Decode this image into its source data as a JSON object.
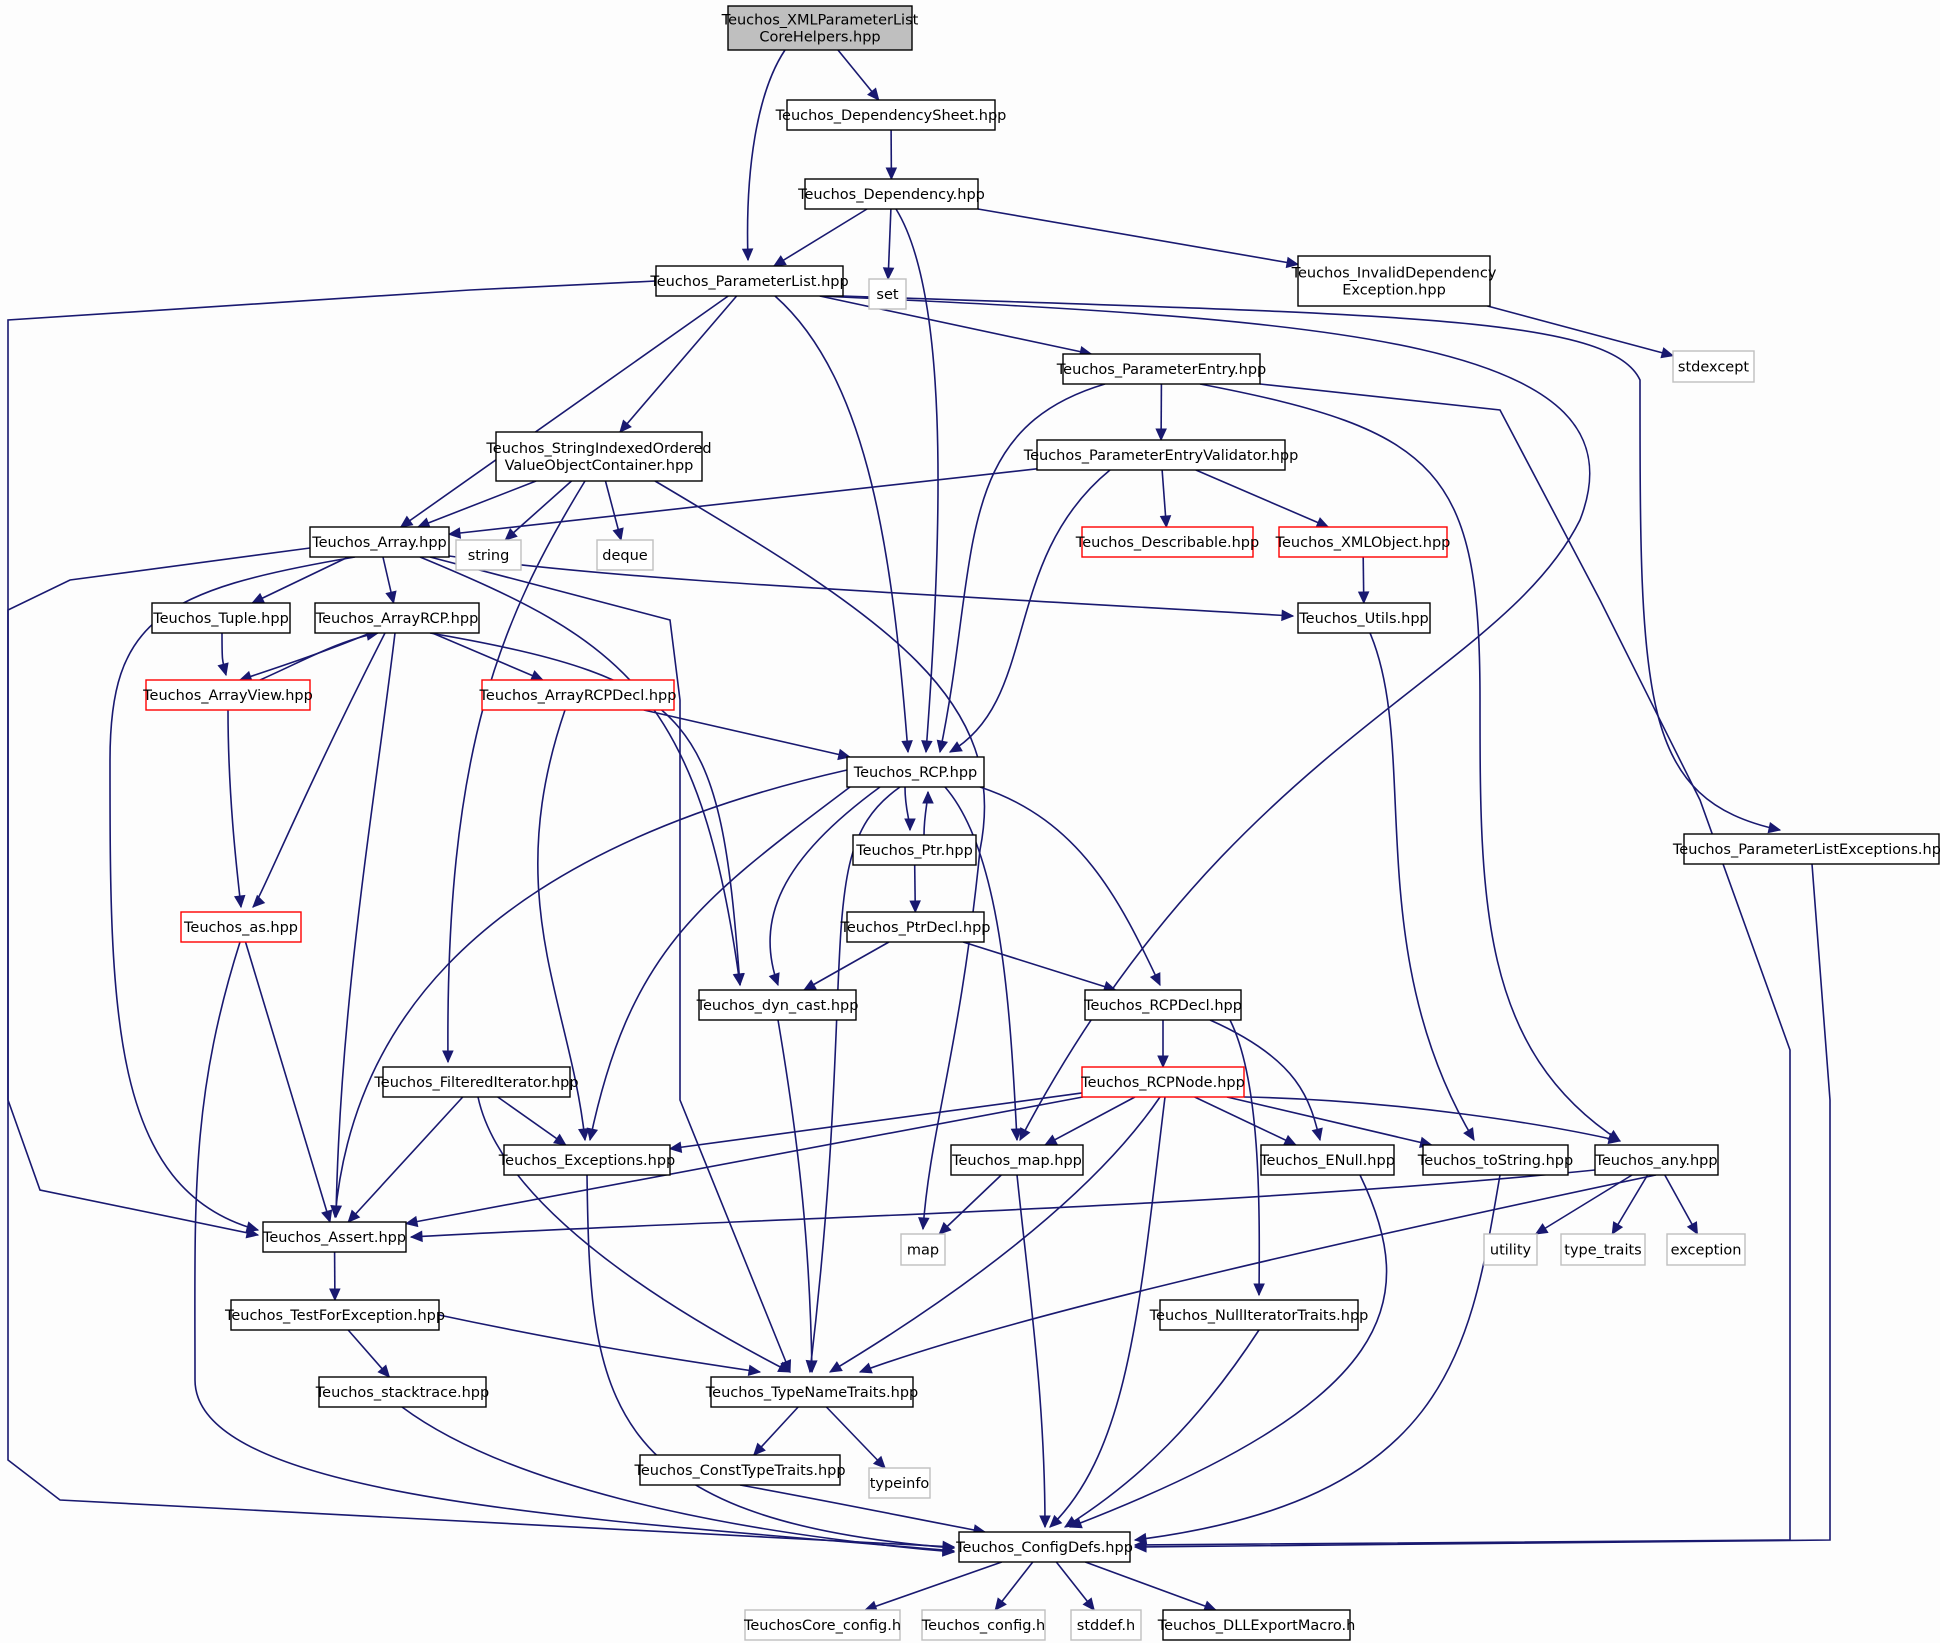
{
  "colors": {
    "background": "#fdfdfd",
    "edge": "#191970",
    "node_border_default": "#000000",
    "node_border_incomplete": "#ff0000",
    "node_border_external": "#bfbfbf",
    "node_fill_root": "#bfbfbf",
    "node_fill_default": "#ffffff"
  },
  "nodes": [
    {
      "id": "xmlpl",
      "lines": [
        "Teuchos_XMLParameterList",
        "CoreHelpers.hpp"
      ],
      "style": "root"
    },
    {
      "id": "depsheet",
      "lines": [
        "Teuchos_DependencySheet.hpp"
      ],
      "style": "normal"
    },
    {
      "id": "dep",
      "lines": [
        "Teuchos_Dependency.hpp"
      ],
      "style": "normal"
    },
    {
      "id": "pl",
      "lines": [
        "Teuchos_ParameterList.hpp"
      ],
      "style": "normal"
    },
    {
      "id": "set",
      "lines": [
        "set"
      ],
      "style": "external"
    },
    {
      "id": "invdep",
      "lines": [
        "Teuchos_InvalidDependency",
        "Exception.hpp"
      ],
      "style": "normal"
    },
    {
      "id": "stdexcept",
      "lines": [
        "stdexcept"
      ],
      "style": "external"
    },
    {
      "id": "pe",
      "lines": [
        "Teuchos_ParameterEntry.hpp"
      ],
      "style": "normal"
    },
    {
      "id": "sio",
      "lines": [
        "Teuchos_StringIndexedOrdered",
        "ValueObjectContainer.hpp"
      ],
      "style": "normal"
    },
    {
      "id": "pev",
      "lines": [
        "Teuchos_ParameterEntryValidator.hpp"
      ],
      "style": "normal"
    },
    {
      "id": "array",
      "lines": [
        "Teuchos_Array.hpp"
      ],
      "style": "normal"
    },
    {
      "id": "string",
      "lines": [
        "string"
      ],
      "style": "external"
    },
    {
      "id": "deque",
      "lines": [
        "deque"
      ],
      "style": "external"
    },
    {
      "id": "desc",
      "lines": [
        "Teuchos_Describable.hpp"
      ],
      "style": "incomplete"
    },
    {
      "id": "xmlobj",
      "lines": [
        "Teuchos_XMLObject.hpp"
      ],
      "style": "incomplete"
    },
    {
      "id": "tuple",
      "lines": [
        "Teuchos_Tuple.hpp"
      ],
      "style": "normal"
    },
    {
      "id": "arcp",
      "lines": [
        "Teuchos_ArrayRCP.hpp"
      ],
      "style": "normal"
    },
    {
      "id": "utils",
      "lines": [
        "Teuchos_Utils.hpp"
      ],
      "style": "normal"
    },
    {
      "id": "av",
      "lines": [
        "Teuchos_ArrayView.hpp"
      ],
      "style": "incomplete"
    },
    {
      "id": "arcpdecl",
      "lines": [
        "Teuchos_ArrayRCPDecl.hpp"
      ],
      "style": "incomplete"
    },
    {
      "id": "rcp",
      "lines": [
        "Teuchos_RCP.hpp"
      ],
      "style": "normal"
    },
    {
      "id": "ptr",
      "lines": [
        "Teuchos_Ptr.hpp"
      ],
      "style": "normal"
    },
    {
      "id": "plexc",
      "lines": [
        "Teuchos_ParameterListExceptions.hpp"
      ],
      "style": "normal"
    },
    {
      "id": "as",
      "lines": [
        "Teuchos_as.hpp"
      ],
      "style": "incomplete"
    },
    {
      "id": "ptrdecl",
      "lines": [
        "Teuchos_PtrDecl.hpp"
      ],
      "style": "normal"
    },
    {
      "id": "dyncast",
      "lines": [
        "Teuchos_dyn_cast.hpp"
      ],
      "style": "normal"
    },
    {
      "id": "rcpdecl",
      "lines": [
        "Teuchos_RCPDecl.hpp"
      ],
      "style": "normal"
    },
    {
      "id": "filt",
      "lines": [
        "Teuchos_FilteredIterator.hpp"
      ],
      "style": "normal"
    },
    {
      "id": "rcpnode",
      "lines": [
        "Teuchos_RCPNode.hpp"
      ],
      "style": "incomplete"
    },
    {
      "id": "exc",
      "lines": [
        "Teuchos_Exceptions.hpp"
      ],
      "style": "normal"
    },
    {
      "id": "tmap",
      "lines": [
        "Teuchos_map.hpp"
      ],
      "style": "normal"
    },
    {
      "id": "enull",
      "lines": [
        "Teuchos_ENull.hpp"
      ],
      "style": "normal"
    },
    {
      "id": "tostr",
      "lines": [
        "Teuchos_toString.hpp"
      ],
      "style": "normal"
    },
    {
      "id": "any",
      "lines": [
        "Teuchos_any.hpp"
      ],
      "style": "normal"
    },
    {
      "id": "assert",
      "lines": [
        "Teuchos_Assert.hpp"
      ],
      "style": "normal"
    },
    {
      "id": "map",
      "lines": [
        "map"
      ],
      "style": "external"
    },
    {
      "id": "utility",
      "lines": [
        "utility"
      ],
      "style": "external"
    },
    {
      "id": "typetraits",
      "lines": [
        "type_traits"
      ],
      "style": "external"
    },
    {
      "id": "exception",
      "lines": [
        "exception"
      ],
      "style": "external"
    },
    {
      "id": "tfe",
      "lines": [
        "Teuchos_TestForException.hpp"
      ],
      "style": "normal"
    },
    {
      "id": "nit",
      "lines": [
        "Teuchos_NullIteratorTraits.hpp"
      ],
      "style": "normal"
    },
    {
      "id": "stack",
      "lines": [
        "Teuchos_stacktrace.hpp"
      ],
      "style": "normal"
    },
    {
      "id": "tnt",
      "lines": [
        "Teuchos_TypeNameTraits.hpp"
      ],
      "style": "normal"
    },
    {
      "id": "ctt",
      "lines": [
        "Teuchos_ConstTypeTraits.hpp"
      ],
      "style": "normal"
    },
    {
      "id": "typeinfo",
      "lines": [
        "typeinfo"
      ],
      "style": "external"
    },
    {
      "id": "cfg",
      "lines": [
        "Teuchos_ConfigDefs.hpp"
      ],
      "style": "normal"
    },
    {
      "id": "tcc",
      "lines": [
        "TeuchosCore_config.h"
      ],
      "style": "external"
    },
    {
      "id": "tc",
      "lines": [
        "Teuchos_config.h"
      ],
      "style": "external"
    },
    {
      "id": "stddef",
      "lines": [
        "stddef.h"
      ],
      "style": "external"
    },
    {
      "id": "dll",
      "lines": [
        "Teuchos_DLLExportMacro.h"
      ],
      "style": "normal"
    }
  ],
  "edges": [
    [
      "xmlpl",
      "depsheet"
    ],
    [
      "xmlpl",
      "pl"
    ],
    [
      "depsheet",
      "dep"
    ],
    [
      "dep",
      "pl"
    ],
    [
      "dep",
      "set"
    ],
    [
      "dep",
      "rcp"
    ],
    [
      "dep",
      "invdep"
    ],
    [
      "invdep",
      "stdexcept"
    ],
    [
      "pl",
      "assert"
    ],
    [
      "pl",
      "array"
    ],
    [
      "pl",
      "sio"
    ],
    [
      "pl",
      "rcp"
    ],
    [
      "pl",
      "pe"
    ],
    [
      "pl",
      "tmap"
    ],
    [
      "pl",
      "plexc"
    ],
    [
      "pe",
      "rcp"
    ],
    [
      "pe",
      "pev"
    ],
    [
      "pe",
      "any"
    ],
    [
      "pe",
      "cfg"
    ],
    [
      "sio",
      "array"
    ],
    [
      "sio",
      "string"
    ],
    [
      "sio",
      "deque"
    ],
    [
      "sio",
      "filt"
    ],
    [
      "sio",
      "map"
    ],
    [
      "pev",
      "array"
    ],
    [
      "pev",
      "rcp"
    ],
    [
      "pev",
      "desc"
    ],
    [
      "pev",
      "xmlobj"
    ],
    [
      "xmlobj",
      "utils"
    ],
    [
      "array",
      "tuple"
    ],
    [
      "array",
      "arcp"
    ],
    [
      "array",
      "utils"
    ],
    [
      "array",
      "assert"
    ],
    [
      "array",
      "cfg"
    ],
    [
      "array",
      "tnt"
    ],
    [
      "array",
      "dyncast"
    ],
    [
      "tuple",
      "av"
    ],
    [
      "arcp",
      "av"
    ],
    [
      "arcp",
      "arcpdecl"
    ],
    [
      "arcp",
      "as"
    ],
    [
      "arcp",
      "assert"
    ],
    [
      "arcp",
      "dyncast"
    ],
    [
      "av",
      "arcp"
    ],
    [
      "av",
      "as"
    ],
    [
      "arcpdecl",
      "rcp"
    ],
    [
      "arcpdecl",
      "exc"
    ],
    [
      "utils",
      "tostr"
    ],
    [
      "rcp",
      "ptr"
    ],
    [
      "rcp",
      "dyncast"
    ],
    [
      "rcp",
      "assert"
    ],
    [
      "rcp",
      "exc"
    ],
    [
      "rcp",
      "tnt"
    ],
    [
      "rcp",
      "tmap"
    ],
    [
      "rcp",
      "rcpdecl"
    ],
    [
      "ptr",
      "rcp"
    ],
    [
      "ptr",
      "ptrdecl"
    ],
    [
      "ptrdecl",
      "dyncast"
    ],
    [
      "ptrdecl",
      "rcpdecl"
    ],
    [
      "plexc",
      "cfg"
    ],
    [
      "as",
      "assert"
    ],
    [
      "as",
      "cfg"
    ],
    [
      "dyncast",
      "tnt"
    ],
    [
      "rcpdecl",
      "rcpnode"
    ],
    [
      "rcpdecl",
      "enull"
    ],
    [
      "rcpdecl",
      "nit"
    ],
    [
      "filt",
      "assert"
    ],
    [
      "filt",
      "exc"
    ],
    [
      "filt",
      "tnt"
    ],
    [
      "rcpnode",
      "exc"
    ],
    [
      "rcpnode",
      "assert"
    ],
    [
      "rcpnode",
      "tmap"
    ],
    [
      "rcpnode",
      "tnt"
    ],
    [
      "rcpnode",
      "cfg"
    ],
    [
      "rcpnode",
      "enull"
    ],
    [
      "rcpnode",
      "tostr"
    ],
    [
      "rcpnode",
      "any"
    ],
    [
      "exc",
      "cfg"
    ],
    [
      "tmap",
      "map"
    ],
    [
      "tmap",
      "cfg"
    ],
    [
      "enull",
      "cfg"
    ],
    [
      "tostr",
      "cfg"
    ],
    [
      "any",
      "assert"
    ],
    [
      "any",
      "utility"
    ],
    [
      "any",
      "typetraits"
    ],
    [
      "any",
      "exception"
    ],
    [
      "any",
      "tnt"
    ],
    [
      "assert",
      "tfe"
    ],
    [
      "tfe",
      "stack"
    ],
    [
      "tfe",
      "tnt"
    ],
    [
      "stack",
      "cfg"
    ],
    [
      "nit",
      "cfg"
    ],
    [
      "tnt",
      "ctt"
    ],
    [
      "tnt",
      "typeinfo"
    ],
    [
      "ctt",
      "cfg"
    ],
    [
      "cfg",
      "tcc"
    ],
    [
      "cfg",
      "tc"
    ],
    [
      "cfg",
      "stddef"
    ],
    [
      "cfg",
      "dll"
    ]
  ]
}
